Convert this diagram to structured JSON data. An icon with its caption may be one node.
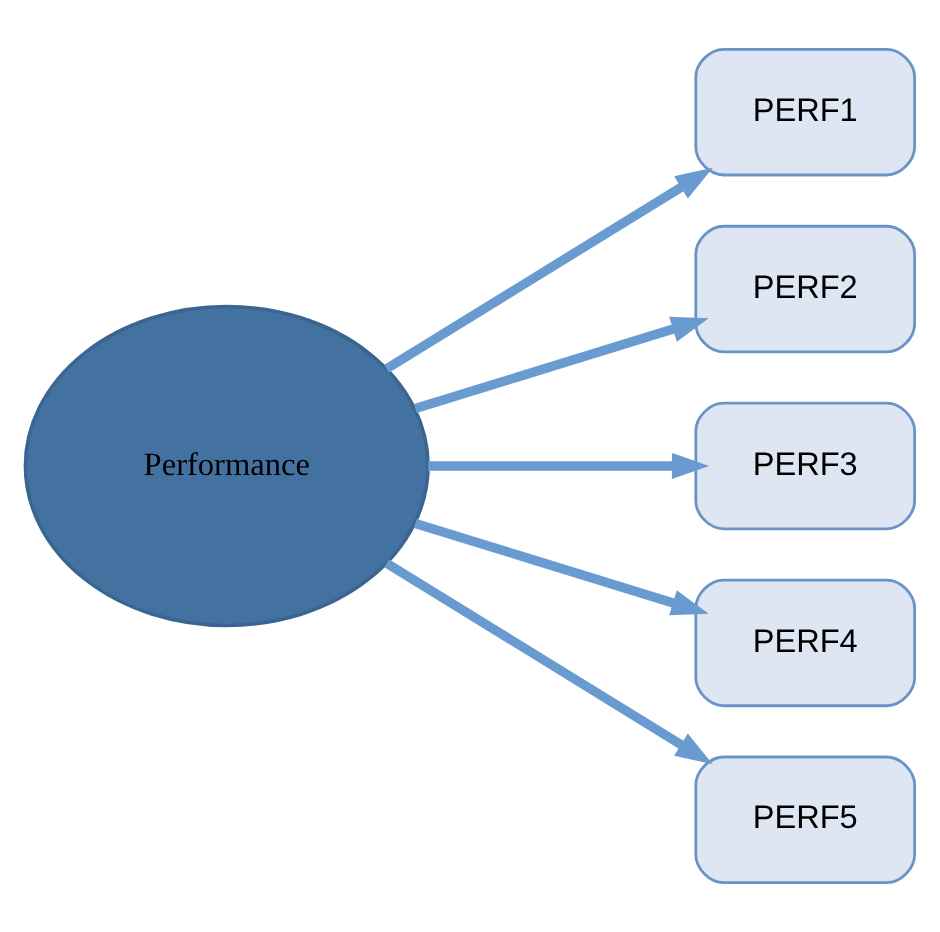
{
  "diagram": {
    "nodes": [
      {
        "text": [
          "Performance"
        ]
      },
      {
        "text": [
          "PERF1"
        ]
      },
      {
        "text": [
          "PERF2"
        ]
      },
      {
        "text": [
          "PERF3"
        ]
      },
      {
        "text": [
          "PERF4"
        ]
      },
      {
        "text": [
          "PERF5"
        ]
      }
    ],
    "edges": [
      {
        "from": 0,
        "to": 1,
        "arrow": "to"
      },
      {
        "from": 0,
        "to": 2,
        "arrow": "to"
      },
      {
        "from": 0,
        "to": 3,
        "arrow": "to"
      },
      {
        "from": 0,
        "to": 4,
        "arrow": "to"
      },
      {
        "from": 0,
        "to": 5,
        "arrow": "to"
      }
    ]
  }
}
